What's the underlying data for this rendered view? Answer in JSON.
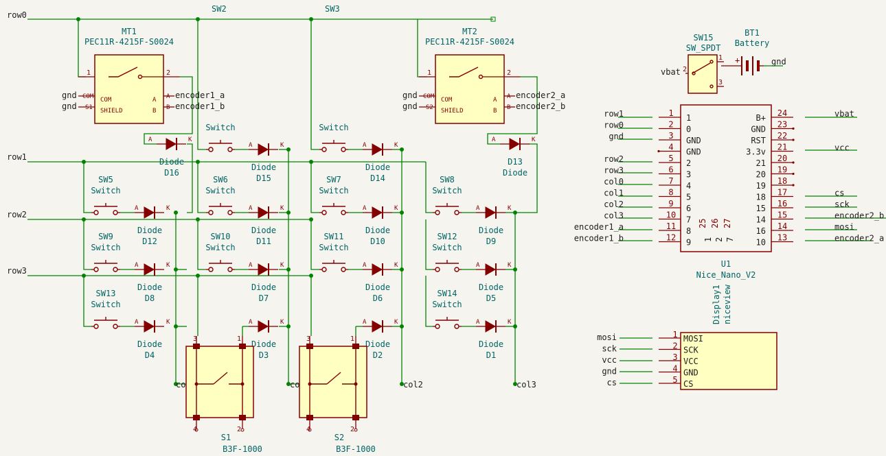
{
  "nets": {
    "row0": "row0",
    "row1": "row1",
    "row2": "row2",
    "row3": "row3",
    "col0": "col0",
    "col1": "col1",
    "col2": "col2",
    "col3": "col3",
    "sw2": "SW2",
    "sw3": "SW3"
  },
  "encoders": [
    {
      "ref": "MT1",
      "value": "PEC11R-4215F-S0024",
      "com": "COM",
      "shield": "SHIELD",
      "a": "A",
      "b": "B",
      "pin1": "1",
      "pin2": "2",
      "net_com": "gnd",
      "net_shield": "gnd",
      "pin_com": "COM",
      "pin_s": "S1",
      "net_a": "encoder1_a",
      "net_b": "encoder1_b"
    },
    {
      "ref": "MT2",
      "value": "PEC11R-4215F-S0024",
      "com": "COM",
      "shield": "SHIELD",
      "a": "A",
      "b": "B",
      "pin1": "1",
      "pin2": "2",
      "net_com": "gnd",
      "net_shield": "gnd",
      "pin_com": "COM",
      "pin_s": "S2",
      "net_a": "encoder2_a",
      "net_b": "encoder2_b"
    }
  ],
  "switches": [
    {
      "ref": "",
      "value": "Switch"
    },
    {
      "ref": "",
      "value": "Switch"
    },
    {
      "ref": "SW5",
      "value": "Switch"
    },
    {
      "ref": "SW6",
      "value": "Switch"
    },
    {
      "ref": "SW7",
      "value": "Switch"
    },
    {
      "ref": "SW8",
      "value": "Switch"
    },
    {
      "ref": "SW9",
      "value": "Switch"
    },
    {
      "ref": "SW10",
      "value": "Switch"
    },
    {
      "ref": "SW11",
      "value": "Switch"
    },
    {
      "ref": "SW12",
      "value": "Switch"
    },
    {
      "ref": "SW13",
      "value": "Switch"
    },
    {
      "ref": "SW14",
      "value": "Switch"
    }
  ],
  "diodes": [
    {
      "ref": "D16",
      "value": "Diode"
    },
    {
      "ref": "D15",
      "value": "Diode"
    },
    {
      "ref": "D14",
      "value": "Diode"
    },
    {
      "ref": "D13",
      "value": "Diode"
    },
    {
      "ref": "D12",
      "value": "Diode"
    },
    {
      "ref": "D11",
      "value": "Diode"
    },
    {
      "ref": "D10",
      "value": "Diode"
    },
    {
      "ref": "D9",
      "value": "Diode"
    },
    {
      "ref": "D8",
      "value": "Diode"
    },
    {
      "ref": "D7",
      "value": "Diode"
    },
    {
      "ref": "D6",
      "value": "Diode"
    },
    {
      "ref": "D5",
      "value": "Diode"
    },
    {
      "ref": "D4",
      "value": "Diode"
    },
    {
      "ref": "D3",
      "value": "Diode"
    },
    {
      "ref": "D2",
      "value": "Diode"
    },
    {
      "ref": "D1",
      "value": "Diode"
    }
  ],
  "diode_pins": {
    "a": "A",
    "k": "K"
  },
  "buttons": [
    {
      "ref": "S1",
      "value": "B3F-1000",
      "p1": "1",
      "p2": "2",
      "p3": "3",
      "p4": "4"
    },
    {
      "ref": "S2",
      "value": "B3F-1000",
      "p1": "1",
      "p2": "2",
      "p3": "3",
      "p4": "4"
    }
  ],
  "power_switch": {
    "ref": "SW15",
    "value": "SW_SPDT",
    "net": "vbat",
    "p1": "1",
    "p2": "2",
    "p3": "3"
  },
  "battery": {
    "ref": "BT1",
    "value": "Battery",
    "net": "gnd"
  },
  "mcu": {
    "ref": "U1",
    "value": "Nice_Nano_V2",
    "left": [
      {
        "net": "row1",
        "pin": "1",
        "label": "1"
      },
      {
        "net": "row0",
        "pin": "2",
        "label": "0"
      },
      {
        "net": "gnd",
        "pin": "3",
        "label": "GND"
      },
      {
        "net": "",
        "pin": "4",
        "label": "GND"
      },
      {
        "net": "row2",
        "pin": "5",
        "label": "2"
      },
      {
        "net": "row3",
        "pin": "6",
        "label": "3"
      },
      {
        "net": "col0",
        "pin": "7",
        "label": "4"
      },
      {
        "net": "col1",
        "pin": "8",
        "label": "5"
      },
      {
        "net": "col2",
        "pin": "9",
        "label": "6"
      },
      {
        "net": "col3",
        "pin": "10",
        "label": "7"
      },
      {
        "net": "encoder1_a",
        "pin": "11",
        "label": "8"
      },
      {
        "net": "encoder1_b",
        "pin": "12",
        "label": "9"
      }
    ],
    "right": [
      {
        "net": "vbat",
        "pin": "24",
        "label": "B+"
      },
      {
        "net": "",
        "pin": "23",
        "label": "GND"
      },
      {
        "net": "",
        "pin": "22",
        "label": "RST"
      },
      {
        "net": "vcc",
        "pin": "21",
        "label": "3.3v"
      },
      {
        "net": "",
        "pin": "20",
        "label": "21"
      },
      {
        "net": "",
        "pin": "19",
        "label": "20"
      },
      {
        "net": "",
        "pin": "18",
        "label": "19"
      },
      {
        "net": "cs",
        "pin": "17",
        "label": "18"
      },
      {
        "net": "sck",
        "pin": "16",
        "label": "15"
      },
      {
        "net": "encoder2_b",
        "pin": "15",
        "label": "14"
      },
      {
        "net": "mosi",
        "pin": "14",
        "label": "16"
      },
      {
        "net": "encoder2_a",
        "pin": "13",
        "label": "10"
      }
    ],
    "bottom_pins": [
      "25",
      "26",
      "27"
    ],
    "bottom_labels": [
      "1",
      "2",
      "7"
    ]
  },
  "display": {
    "ref": "Display1",
    "value": "niceview",
    "pins": [
      {
        "net": "mosi",
        "pin": "1",
        "label": "MOSI"
      },
      {
        "net": "sck",
        "pin": "2",
        "label": "SCK"
      },
      {
        "net": "vcc",
        "pin": "3",
        "label": "VCC"
      },
      {
        "net": "gnd",
        "pin": "4",
        "label": "GND"
      },
      {
        "net": "cs",
        "pin": "5",
        "label": "CS"
      }
    ]
  }
}
